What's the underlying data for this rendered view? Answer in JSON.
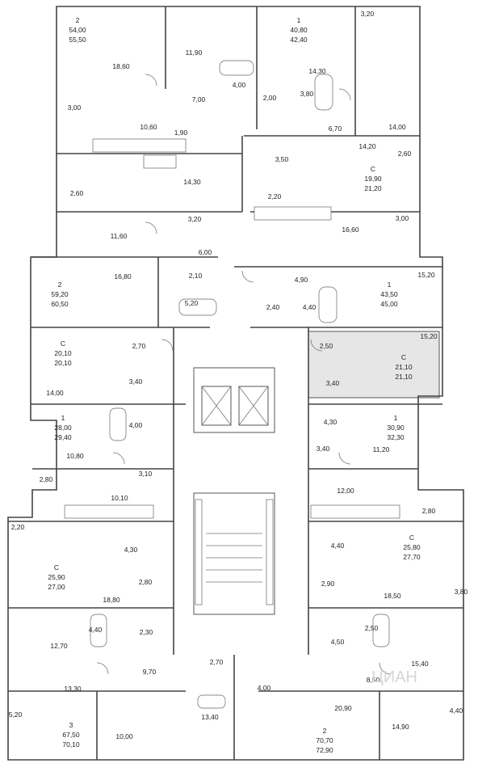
{
  "apartments": [
    {
      "id": "ap-2-top-left",
      "lines": [
        "2",
        "54,00",
        "55,50"
      ]
    },
    {
      "id": "ap-1-top-right",
      "lines": [
        "1",
        "40,80",
        "42,40"
      ]
    },
    {
      "id": "ap-C-right-1",
      "lines": [
        "С",
        "19,90",
        "21,20"
      ]
    },
    {
      "id": "ap-2-left-59",
      "lines": [
        "2",
        "59,20",
        "60,50"
      ]
    },
    {
      "id": "ap-1-right-43",
      "lines": [
        "1",
        "43,50",
        "45,00"
      ]
    },
    {
      "id": "ap-C-left-20",
      "lines": [
        "С",
        "20,10",
        "20,10"
      ]
    },
    {
      "id": "ap-C-right-21",
      "lines": [
        "С",
        "21,10",
        "21,10"
      ]
    },
    {
      "id": "ap-1-left-28",
      "lines": [
        "1",
        "28,00",
        "29,40"
      ]
    },
    {
      "id": "ap-1-right-30",
      "lines": [
        "1",
        "30,90",
        "32,30"
      ]
    },
    {
      "id": "ap-C-right-25",
      "lines": [
        "С",
        "25,80",
        "27,70"
      ]
    },
    {
      "id": "ap-C-left-25",
      "lines": [
        "С",
        "25,90",
        "27,00"
      ]
    },
    {
      "id": "ap-3-bottom-left",
      "lines": [
        "3",
        "67,50",
        "70,10"
      ]
    },
    {
      "id": "ap-2-bottom-right",
      "lines": [
        "2",
        "70,70",
        "72,90"
      ]
    }
  ],
  "room_areas": [
    "3,20",
    "18,60",
    "11,90",
    "4,00",
    "2,00",
    "3,80",
    "14,30",
    "3,00",
    "7,00",
    "10,60",
    "1,90",
    "6,70",
    "14,00",
    "14,20",
    "2,60",
    "3,50",
    "2,60",
    "14,30",
    "2,20",
    "3,20",
    "3,00",
    "11,60",
    "16,60",
    "6,00",
    "2,10",
    "16,80",
    "4,90",
    "15,20",
    "5,20",
    "2,40",
    "4,40",
    "2,70",
    "2,50",
    "15,20",
    "3,40",
    "3,40",
    "14,00",
    "4,00",
    "4,30",
    "10,80",
    "3,40",
    "11,20",
    "3,10",
    "2,80",
    "10,10",
    "12,00",
    "2,80",
    "2,20",
    "4,30",
    "4,40",
    "2,80",
    "2,90",
    "18,80",
    "18,50",
    "3,80",
    "4,40",
    "2,30",
    "2,50",
    "12,70",
    "4,50",
    "15,40",
    "9,70",
    "2,70",
    "8,50",
    "13,30",
    "4,00",
    "5,20",
    "20,90",
    "4,40",
    "13,40",
    "10,00",
    "14,90"
  ],
  "highlighted_apartment": "ap-C-right-21",
  "colors": {
    "wall": "#444444",
    "highlight": "#e6e6e6",
    "text": "#222222",
    "watermark": "#d6d6d6"
  },
  "watermark": "ЦИАН"
}
